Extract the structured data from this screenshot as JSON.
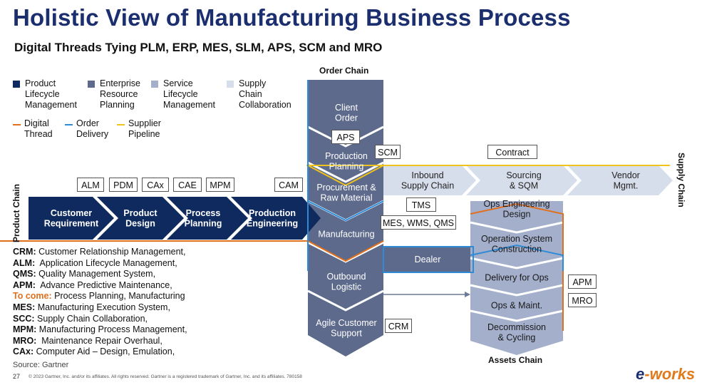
{
  "title": "Holistic View of Manufacturing Business Process",
  "subtitle": "Digital Threads Tying PLM, ERP, MES, SLM, APS, SCM and MRO",
  "colors": {
    "plm": "#0e2a5e",
    "erp": "#5d6a8c",
    "slm": "#a3afcb",
    "scm": "#d7deeb",
    "digital_thread": "#e0701e",
    "order_delivery": "#2e8bd6",
    "supplier_pipeline": "#f0c21c"
  },
  "legend": {
    "plm": "Product\nLifecycle\nManagement",
    "erp": "Enterprise\nResource\nPlanning",
    "slm": "Service\nLifecycle\nManagement",
    "scm": "Supply\nChain\nCollaboration",
    "digital_thread": "Digital\nThread",
    "order_delivery": "Order\nDelivery",
    "supplier_pipeline": "Supplier\nPipeline"
  },
  "chain_labels": {
    "order": "Order Chain",
    "product": "Product Chain",
    "supply": "Supply Chain",
    "assets": "Assets Chain"
  },
  "product_chain": [
    [
      "Customer",
      "Requirement"
    ],
    [
      "Product",
      "Design"
    ],
    [
      "Process",
      "Planning"
    ],
    [
      "Production",
      "Engineering"
    ]
  ],
  "order_chain": [
    [
      "Client",
      "Order"
    ],
    [
      "Production",
      "Planning"
    ],
    [
      "Procurement &",
      "Raw Material"
    ],
    [
      "Manufacturing"
    ],
    [
      "Outbound",
      "Logistic"
    ],
    [
      "Agile Customer",
      "Support"
    ]
  ],
  "supply_chain": [
    [
      "Inbound",
      "Supply Chain"
    ],
    [
      "Sourcing",
      "& SQM"
    ],
    [
      "Vendor",
      "Mgmt."
    ]
  ],
  "assets_chain": [
    [
      "Ops Engineering",
      "Design"
    ],
    [
      "Operation System",
      "Construction"
    ],
    [
      "Delivery for Ops"
    ],
    [
      "Ops & Maint."
    ],
    [
      "Decommission",
      "& Cycling"
    ]
  ],
  "dealer": "Dealer",
  "tags": {
    "alm": "ALM",
    "pdm": "PDM",
    "cax": "CAx",
    "cae": "CAE",
    "mpm": "MPM",
    "cam": "CAM",
    "aps": "APS",
    "scm": "SCM",
    "contract": "Contract",
    "tms": "TMS",
    "mes": "MES, WMS, QMS",
    "crm": "CRM",
    "apm": "APM",
    "mro": "MRO"
  },
  "abbreviations": [
    {
      "key": "CRM:",
      "text": " Customer Relationship Management,"
    },
    {
      "key": "ALM:",
      "text": "  Application Lifecycle Management,"
    },
    {
      "key": "QMS:",
      "text": " Quality Management System,"
    },
    {
      "key": "APM:",
      "text": "  Advance Predictive Maintenance,"
    },
    {
      "key": "To come:",
      "text": " Process Planning, Manufacturing"
    },
    {
      "key": "MES:",
      "text": " Manufacturing Execution System,"
    },
    {
      "key": "SCC:",
      "text": " Supply Chain Collaboration,"
    },
    {
      "key": "MPM:",
      "text": " Manufacturing Process Management,"
    },
    {
      "key": "MRO:",
      "text": "  Maintenance Repair Overhaul,"
    },
    {
      "key": "CAx:",
      "text": " Computer Aid – Design, Emulation,"
    }
  ],
  "source": "Source: Gartner",
  "page_number": "27",
  "footer": "© 2023 Gartner, Inc. and/or its affiliates. All rights reserved. Gartner is a registered trademark of Gartner, Inc. and its affiliates. 780158",
  "logo": {
    "prefix": "e",
    "suffix": "-works"
  }
}
